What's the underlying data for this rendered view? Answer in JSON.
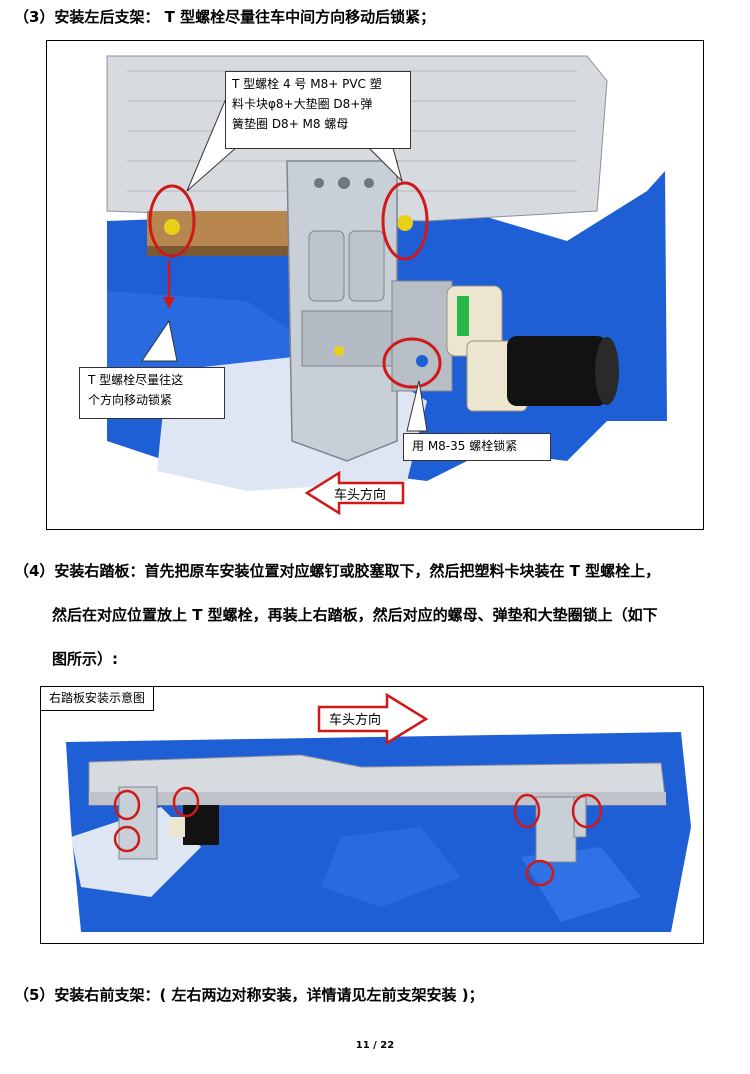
{
  "step3": {
    "heading": "（3）安装左后支架：  T 型螺栓尽量往车中间方向移动后锁紧；",
    "figure": {
      "callout_top_lines": [
        "T 型螺栓 4 号 M8+ PVC 塑",
        "料卡块φ8+大垫圈  D8+弹",
        "簧垫圈 D8+ M8 螺母"
      ],
      "callout_left_lines": [
        "T  型螺栓尽量往这",
        "个方向移动锁紧"
      ],
      "callout_bolt": "用 M8-35 螺栓锁紧",
      "arrow_label": "车头方向"
    }
  },
  "step4": {
    "line1": "（4）安装右踏板：首先把原车安装位置对应螺钉或胶塞取下，然后把塑料卡块装在 T 型螺栓上，",
    "line2": "然后在对应位置放上 T 型螺栓，再装上右踏板，然后对应的螺母、弹垫和大垫圈锁上（如下",
    "line3": "图所示）:",
    "figure": {
      "caption": "右踏板安装示意图",
      "arrow_label": "车头方向"
    }
  },
  "step5": {
    "heading": "（5）安装右前支架：( 左右两边对称安装，详情请见左前支架安装 )；"
  },
  "footer": {
    "page_number": "11 / 22"
  },
  "colors": {
    "body_blue": "#1f5fd6",
    "highlight_red": "#d01818",
    "bracket_grey": "#c9cfd6"
  }
}
